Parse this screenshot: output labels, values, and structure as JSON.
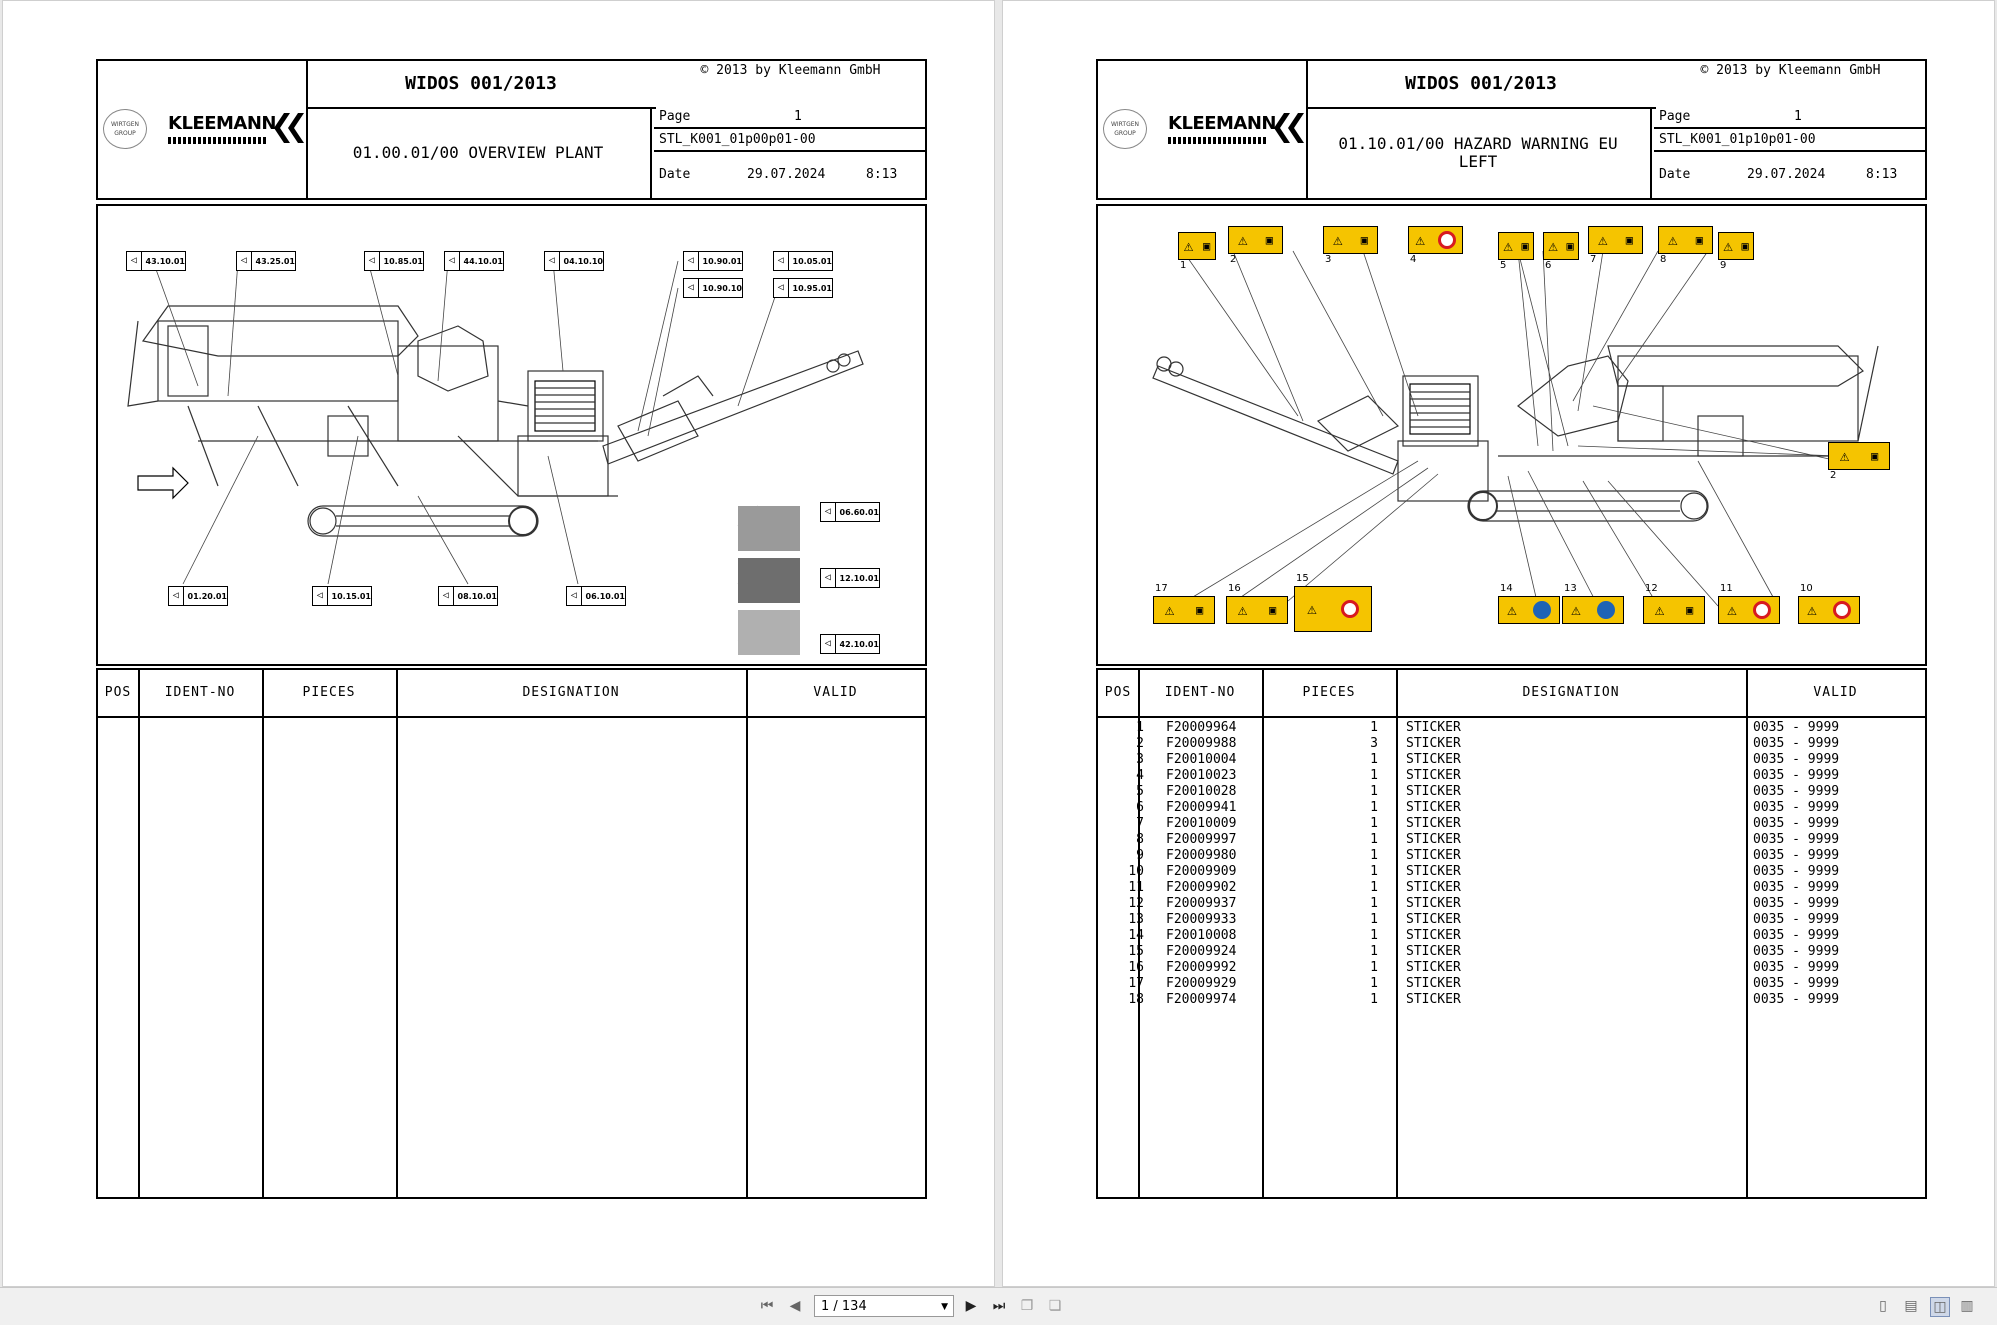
{
  "viewer": {
    "page_indicator": "1 / 134",
    "nav": {
      "first": "first-page",
      "prev": "previous-page",
      "next": "next-page",
      "last": "last-page"
    },
    "view_modes": [
      "single-page",
      "continuous",
      "two-page",
      "two-page-continuous"
    ]
  },
  "left": {
    "title": "WIDOS 001/2013",
    "copyright": "© 2013 by Kleemann GmbH",
    "brand": "KLEEMANN",
    "group": "WIRTGEN GROUP",
    "subtitle": "01.00.01/00 OVERVIEW PLANT",
    "page_label": "Page",
    "page_value": "1",
    "code": "STL_K001_01p00p01-00",
    "date_label": "Date",
    "date_value": "29.07.2024",
    "time_value": "8:13",
    "callouts": [
      "43.10.01",
      "43.25.01",
      "10.85.01",
      "44.10.01",
      "04.10.10",
      "10.90.01",
      "10.05.01",
      "10.90.10",
      "10.95.01",
      "06.60.01",
      "12.10.01",
      "42.10.01",
      "01.20.01",
      "10.15.01",
      "08.10.01",
      "06.10.01"
    ],
    "columns": {
      "pos": "POS",
      "ident": "IDENT-NO",
      "pieces": "PIECES",
      "designation": "DESIGNATION",
      "valid": "VALID"
    },
    "rows": []
  },
  "right": {
    "title": "WIDOS 001/2013",
    "copyright": "© 2013 by Kleemann GmbH",
    "brand": "KLEEMANN",
    "group": "WIRTGEN GROUP",
    "subtitle": "01.10.01/00 HAZARD WARNING EU LEFT",
    "page_label": "Page",
    "page_value": "1",
    "code": "STL_K001_01p10p01-00",
    "date_label": "Date",
    "date_value": "29.07.2024",
    "time_value": "8:13",
    "sticker_numbers": [
      "1",
      "2",
      "3",
      "4",
      "5",
      "6",
      "7",
      "8",
      "9",
      "17",
      "16",
      "15",
      "14",
      "13",
      "12",
      "11",
      "10",
      "2"
    ],
    "colors": {
      "sticker_yellow": "#f5c400",
      "prohibit_red": "#d71920",
      "mandatory_blue": "#1e63b6"
    },
    "columns": {
      "pos": "POS",
      "ident": "IDENT-NO",
      "pieces": "PIECES",
      "designation": "DESIGNATION",
      "valid": "VALID"
    },
    "rows": [
      {
        "pos": "1",
        "ident": "F20009964",
        "pieces": "1",
        "designation": "STICKER",
        "valid": "0035 - 9999"
      },
      {
        "pos": "2",
        "ident": "F20009988",
        "pieces": "3",
        "designation": "STICKER",
        "valid": "0035 - 9999"
      },
      {
        "pos": "3",
        "ident": "F20010004",
        "pieces": "1",
        "designation": "STICKER",
        "valid": "0035 - 9999"
      },
      {
        "pos": "4",
        "ident": "F20010023",
        "pieces": "1",
        "designation": "STICKER",
        "valid": "0035 - 9999"
      },
      {
        "pos": "5",
        "ident": "F20010028",
        "pieces": "1",
        "designation": "STICKER",
        "valid": "0035 - 9999"
      },
      {
        "pos": "6",
        "ident": "F20009941",
        "pieces": "1",
        "designation": "STICKER",
        "valid": "0035 - 9999"
      },
      {
        "pos": "7",
        "ident": "F20010009",
        "pieces": "1",
        "designation": "STICKER",
        "valid": "0035 - 9999"
      },
      {
        "pos": "8",
        "ident": "F20009997",
        "pieces": "1",
        "designation": "STICKER",
        "valid": "0035 - 9999"
      },
      {
        "pos": "9",
        "ident": "F20009980",
        "pieces": "1",
        "designation": "STICKER",
        "valid": "0035 - 9999"
      },
      {
        "pos": "10",
        "ident": "F20009909",
        "pieces": "1",
        "designation": "STICKER",
        "valid": "0035 - 9999"
      },
      {
        "pos": "11",
        "ident": "F20009902",
        "pieces": "1",
        "designation": "STICKER",
        "valid": "0035 - 9999"
      },
      {
        "pos": "12",
        "ident": "F20009937",
        "pieces": "1",
        "designation": "STICKER",
        "valid": "0035 - 9999"
      },
      {
        "pos": "13",
        "ident": "F20009933",
        "pieces": "1",
        "designation": "STICKER",
        "valid": "0035 - 9999"
      },
      {
        "pos": "14",
        "ident": "F20010008",
        "pieces": "1",
        "designation": "STICKER",
        "valid": "0035 - 9999"
      },
      {
        "pos": "15",
        "ident": "F20009924",
        "pieces": "1",
        "designation": "STICKER",
        "valid": "0035 - 9999"
      },
      {
        "pos": "16",
        "ident": "F20009992",
        "pieces": "1",
        "designation": "STICKER",
        "valid": "0035 - 9999"
      },
      {
        "pos": "17",
        "ident": "F20009929",
        "pieces": "1",
        "designation": "STICKER",
        "valid": "0035 - 9999"
      },
      {
        "pos": "18",
        "ident": "F20009974",
        "pieces": "1",
        "designation": "STICKER",
        "valid": "0035 - 9999"
      }
    ]
  }
}
